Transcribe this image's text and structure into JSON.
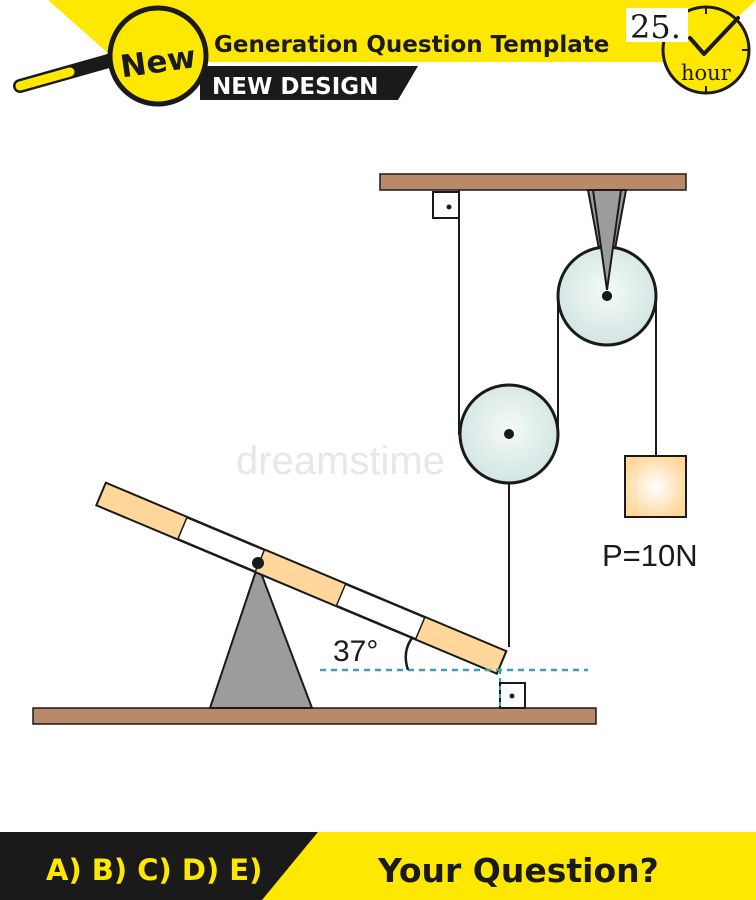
{
  "header": {
    "badge": "New",
    "title": "Generation Question Template",
    "subtitle": "NEW DESIGN",
    "timer_number": "25.",
    "timer_unit": "hour"
  },
  "diagram": {
    "angle_label": "37°",
    "weight_label": "P=10N",
    "watermark": "dreamstime"
  },
  "footer": {
    "options": "A) B) C) D) E)",
    "question": "Your Question?"
  },
  "colors": {
    "yellow": "#ffe800",
    "black": "#1a1a1a",
    "ground_brown": "#b98a6a",
    "plank_orange": "#ffd79a",
    "pulley_fill": "#dcebe9",
    "fulcrum_gray": "#9c9c9c",
    "dashed_teal": "#3a9fb3"
  }
}
